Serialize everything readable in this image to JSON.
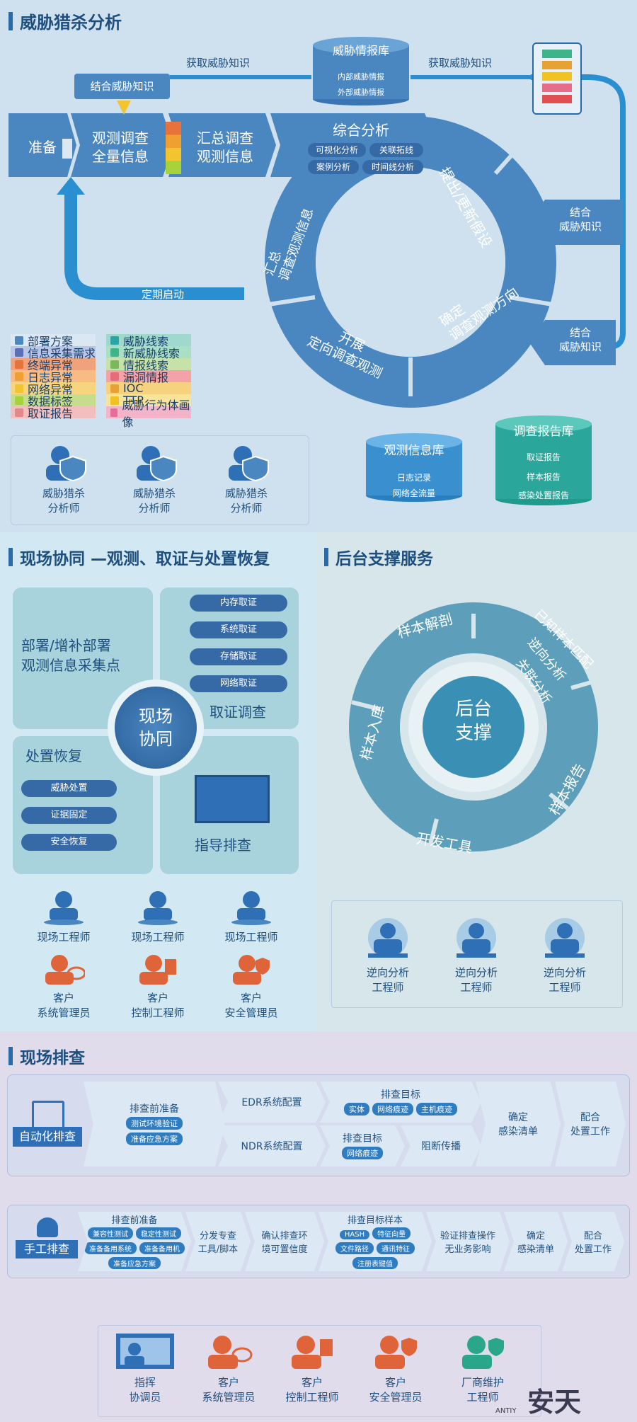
{
  "section1": {
    "title": "威胁猎杀分析",
    "get_knowledge_left": "获取威胁知识",
    "get_knowledge_right": "获取威胁知识",
    "combine_knowledge_top": "结合威胁知识",
    "threat_db": {
      "title": "威胁情报库",
      "items": [
        "内部威胁情报",
        "外部威胁情报"
      ]
    },
    "flow": {
      "prepare": "准备",
      "observe": [
        "观测调查",
        "全量信息"
      ],
      "summary": [
        "汇总调查",
        "观测信息"
      ],
      "analysis": "综合分析",
      "analysis_tags": [
        "可视化分析",
        "关联拓线",
        "案例分析",
        "时间线分析"
      ],
      "hypothesis": "提出/更新假设",
      "direction": [
        "确定",
        "调查观测方向"
      ],
      "execute": [
        "开展",
        "定向调查观测"
      ],
      "collect": [
        "汇总",
        "调查观测信息"
      ],
      "periodic": "定期启动",
      "combine_1": [
        "结合",
        "威胁知识"
      ],
      "combine_2": [
        "结合",
        "威胁知识"
      ]
    },
    "legend_left": [
      "部署方案",
      "信息采集需求",
      "终端异常",
      "日志异常",
      "网络异常",
      "数据标签",
      "取证报告"
    ],
    "legend_right": [
      "威胁线索",
      "新威胁线索",
      "情报线索",
      "漏洞情报",
      "IOC",
      "TTP",
      "威胁行为体画像"
    ],
    "analysts": [
      [
        "威胁猎杀",
        "分析师"
      ],
      [
        "威胁猎杀",
        "分析师"
      ],
      [
        "威胁猎杀",
        "分析师"
      ]
    ],
    "obs_db": {
      "title": "观测信息库",
      "items": [
        "日志记录",
        "网络全流量"
      ]
    },
    "report_db": {
      "title": "调查报告库",
      "items": [
        "取证报告",
        "样本报告",
        "感染处置报告"
      ]
    }
  },
  "section2": {
    "title": "现场协同 —观测、取证与处置恢复",
    "deploy": [
      "部署/增补部署",
      "观测信息采集点"
    ],
    "forensics_items": [
      "内存取证",
      "系统取证",
      "存储取证",
      "网络取证"
    ],
    "forensics_title": "取证调查",
    "center": [
      "现场",
      "协同"
    ],
    "recovery_title": "处置恢复",
    "recovery_items": [
      "威胁处置",
      "证据固定",
      "安全恢复"
    ],
    "guide": "指导排查",
    "engineers": [
      "现场工程师",
      "现场工程师",
      "现场工程师"
    ],
    "customers": [
      [
        "客户",
        "系统管理员"
      ],
      [
        "客户",
        "控制工程师"
      ],
      [
        "客户",
        "安全管理员"
      ]
    ]
  },
  "section3": {
    "title": "后台支撑服务",
    "center": [
      "后台",
      "支撑"
    ],
    "ring": [
      "样本解剖",
      "已知样本匹配",
      "逆向分析",
      "关联分析",
      "样本报告",
      "开发工具",
      "样本入库"
    ],
    "analysts": [
      [
        "逆向分析",
        "工程师"
      ],
      [
        "逆向分析",
        "工程师"
      ],
      [
        "逆向分析",
        "工程师"
      ]
    ]
  },
  "section4": {
    "title": "现场排查",
    "auto": {
      "label": "自动化排查",
      "prep": "排查前准备",
      "prep_tags": [
        "测试环境验证",
        "准备应急方案"
      ],
      "edr": "EDR系统配置",
      "ndr": "NDR系统配置",
      "target1": "排查目标",
      "target1_tags": [
        "实体",
        "网络痕迹",
        "主机痕迹"
      ],
      "target2": "排查目标",
      "target2_tags": [
        "网络痕迹"
      ],
      "block": "阻断传播",
      "confirm": [
        "确定",
        "感染清单"
      ],
      "cooperate": [
        "配合",
        "处置工作"
      ]
    },
    "manual": {
      "label": "手工排查",
      "prep": "排查前准备",
      "prep_tags": [
        "兼容性测试",
        "稳定性测试",
        "准备备用系统",
        "准备备用机",
        "准备应急方案"
      ],
      "distribute": [
        "分发专查",
        "工具/脚本"
      ],
      "confirm_env": [
        "确认排查环",
        "境可置信度"
      ],
      "target": "排查目标样本",
      "target_tags": [
        "HASH",
        "特征向量",
        "文件路径",
        "通讯特征",
        "注册表键值"
      ],
      "verify": [
        "验证排查操作",
        "无业务影响"
      ],
      "confirm": [
        "确定",
        "感染清单"
      ],
      "cooperate": [
        "配合",
        "处置工作"
      ]
    },
    "people": [
      [
        "指挥",
        "协调员"
      ],
      [
        "客户",
        "系统管理员"
      ],
      [
        "客户",
        "控制工程师"
      ],
      [
        "客户",
        "安全管理员"
      ],
      [
        "厂商维护",
        "工程师"
      ]
    ],
    "logo": "安天",
    "logo_sub": "ANTIY"
  },
  "colors": {
    "primary": "#3f7ab7",
    "teal": "#2aa6a6",
    "orange": "#e0643a",
    "bg_top": "#cfe1ee",
    "bg_mid": "#d6e6ea",
    "bg_bottom": "#e0dceb"
  }
}
